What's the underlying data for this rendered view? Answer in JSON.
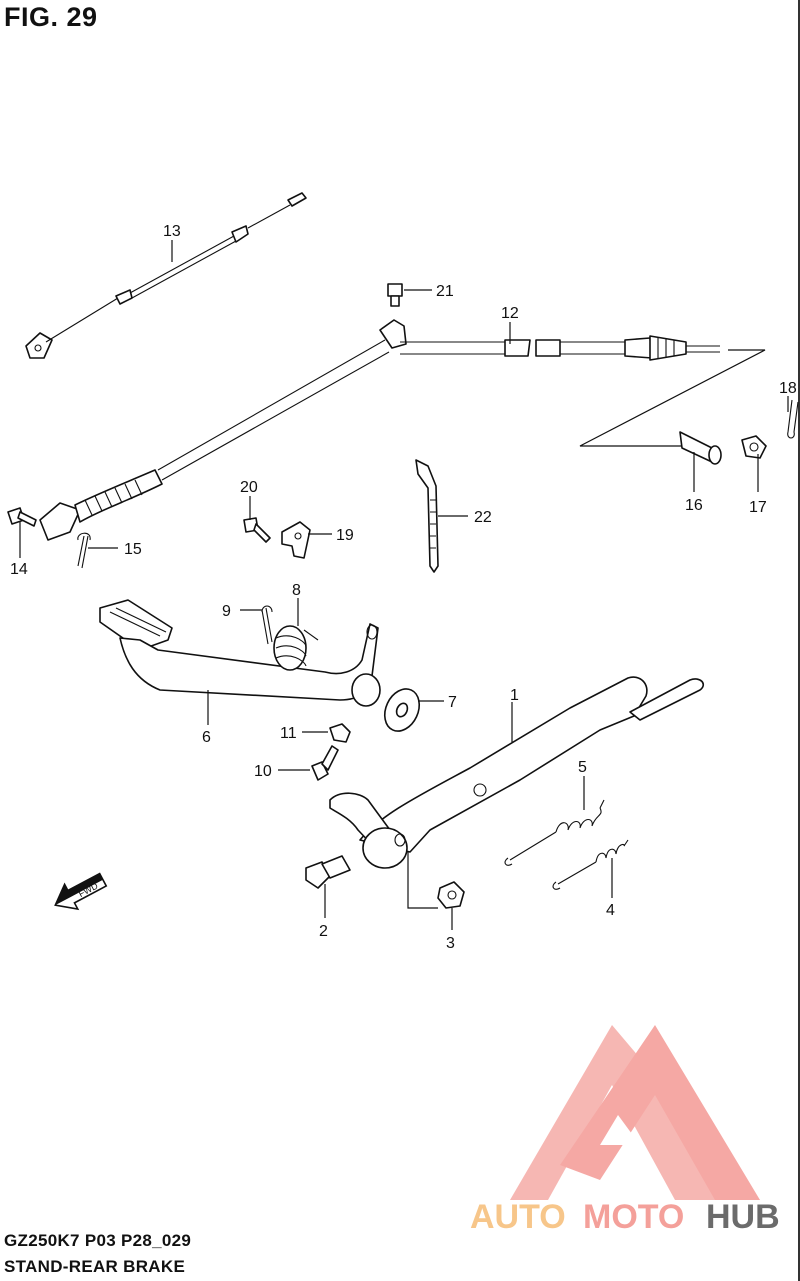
{
  "figure": {
    "title": "FIG. 29",
    "code": "GZ250K7 P03 P28_029",
    "name": "STAND-REAR BRAKE",
    "direction_marker": "FWD"
  },
  "parts": [
    {
      "number": "1"
    },
    {
      "number": "2"
    },
    {
      "number": "3"
    },
    {
      "number": "4"
    },
    {
      "number": "5"
    },
    {
      "number": "6"
    },
    {
      "number": "7"
    },
    {
      "number": "8"
    },
    {
      "number": "9"
    },
    {
      "number": "10"
    },
    {
      "number": "11"
    },
    {
      "number": "12"
    },
    {
      "number": "13"
    },
    {
      "number": "14"
    },
    {
      "number": "15"
    },
    {
      "number": "16"
    },
    {
      "number": "17"
    },
    {
      "number": "18"
    },
    {
      "number": "19"
    },
    {
      "number": "20"
    },
    {
      "number": "21"
    },
    {
      "number": "22"
    }
  ],
  "watermark": {
    "part1": "AUTO",
    "part2": "MOTO",
    "part3": "HUB",
    "colors": {
      "auto": "#f7c68a",
      "moto": "#f4a09a",
      "hub": "#6b6b6b",
      "logo": "#f28b86"
    }
  }
}
